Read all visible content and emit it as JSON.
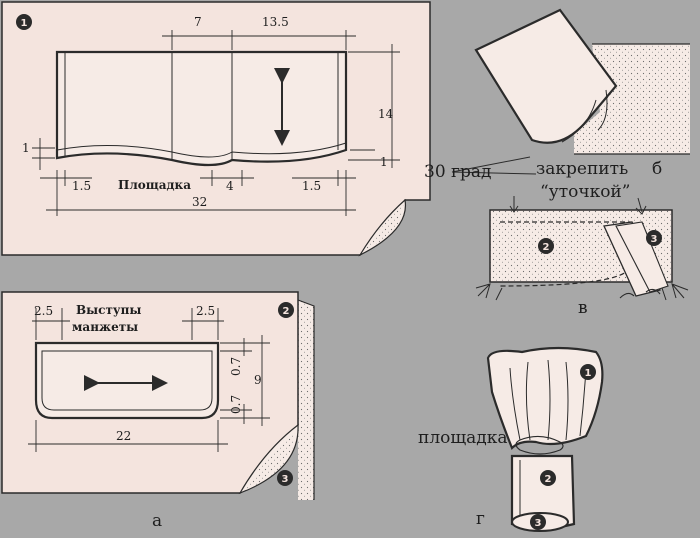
{
  "panel_a_top": {
    "badge": "1",
    "dims": {
      "d7": "7",
      "d13_5": "13.5",
      "d14": "14",
      "d1_left": "1",
      "d1_right": "1",
      "d1_5_left": "1.5",
      "d4": "4",
      "d1_5_right": "1.5",
      "d32": "32"
    },
    "label_area": "Площадка"
  },
  "panel_a_bottom": {
    "badge_top": "2",
    "badge_bottom": "3",
    "dims": {
      "d2_5_left": "2.5",
      "d2_5_right": "2.5",
      "d0_7_top": "0.7",
      "d0_7_bottom": "0.7",
      "d9": "9",
      "d22": "22"
    },
    "label_line1": "Выступы",
    "label_line2": "манжеты"
  },
  "caption_a": "а",
  "panel_b": {
    "angle_label": "30 град",
    "fix_line1": "закрепить",
    "fix_line2": "“уточкой”",
    "caption": "б"
  },
  "panel_v": {
    "badge_2": "2",
    "badge_3": "3",
    "caption": "в"
  },
  "panel_g": {
    "label": "площадка",
    "badge_1": "1",
    "badge_2": "2",
    "badge_3": "3",
    "caption": "г"
  }
}
